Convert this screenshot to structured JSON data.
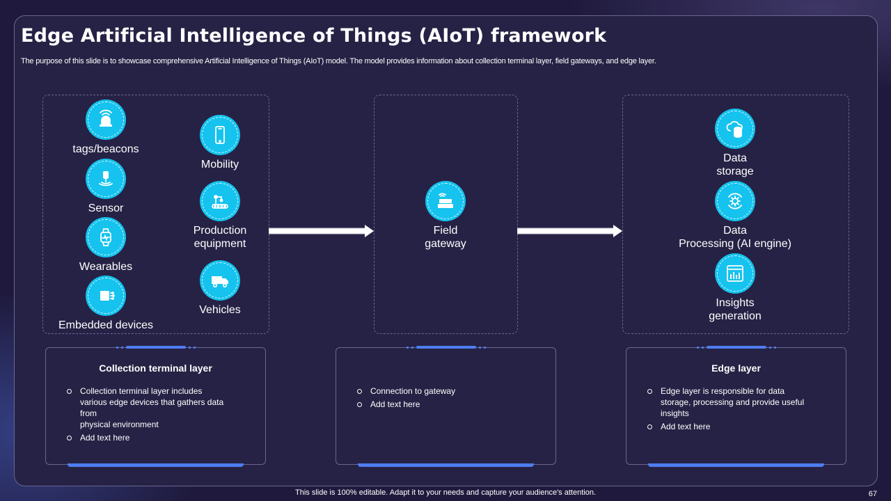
{
  "title": "Edge Artificial Intelligence of Things (AIoT) framework",
  "subtitle": "The purpose of this slide is to showcase comprehensive Artificial Intelligence of Things (AIoT) model. The model provides information about collection terminal layer, field gateways, and edge layer.",
  "colors": {
    "accent_cyan": "#15c3ee",
    "accent_blue": "#4f7df0",
    "background": "#1f1a3d",
    "panel": "#262245"
  },
  "collection": {
    "devices": [
      {
        "label": "tags/beacons",
        "icon": "beacon-icon"
      },
      {
        "label": "Sensor",
        "icon": "sensor-icon"
      },
      {
        "label": "Wearables",
        "icon": "smartwatch-icon"
      },
      {
        "label": "Embedded devices",
        "icon": "chip-icon"
      }
    ],
    "equipment": [
      {
        "label": "Mobility",
        "icon": "smartphone-icon"
      },
      {
        "label": "Production equipment",
        "line1": "Production",
        "line2": "equipment",
        "icon": "robot-arm-icon"
      },
      {
        "label": "Vehicles",
        "icon": "truck-icon"
      }
    ]
  },
  "gateway": {
    "line1": "Field",
    "line2": "gateway",
    "icon": "router-icon"
  },
  "edge": {
    "items": [
      {
        "line1": "Data",
        "line2": "storage",
        "icon": "cloud-database-icon"
      },
      {
        "line1": "Data",
        "line2": "Processing (AI engine)",
        "icon": "processing-gear-icon"
      },
      {
        "line1": "Insights",
        "line2": "generation",
        "icon": "chart-icon"
      }
    ]
  },
  "cards": [
    {
      "title": "Collection terminal layer",
      "bullets": [
        {
          "lines": [
            "Collection terminal layer includes",
            "various edge devices that gathers data",
            "from",
            "physical environment"
          ]
        },
        {
          "lines": [
            "Add text here"
          ]
        }
      ]
    },
    {
      "title": "",
      "bullets": [
        {
          "lines": [
            "Connection to gateway"
          ]
        },
        {
          "lines": [
            "Add text here"
          ]
        }
      ]
    },
    {
      "title": "Edge layer",
      "bullets": [
        {
          "lines": [
            "Edge layer is responsible for data",
            "storage, processing and provide useful",
            "insights"
          ]
        },
        {
          "lines": [
            "Add text here"
          ]
        }
      ]
    }
  ],
  "footer": "This slide is 100% editable. Adapt it to your needs and capture your audience's attention.",
  "page_number": "67"
}
